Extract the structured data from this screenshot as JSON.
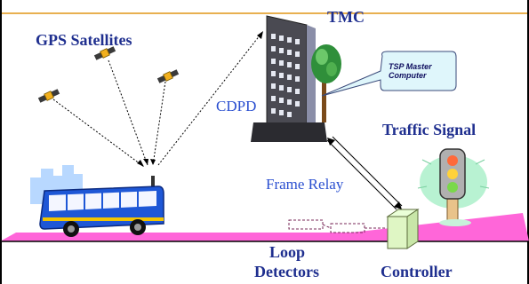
{
  "labels": {
    "tmc": "TMC",
    "gps": "GPS Satellites",
    "cdpd": "CDPD",
    "traffic_signal": "Traffic Signal",
    "frame_relay": "Frame Relay",
    "loop_line1": "Loop",
    "loop_line2": "Detectors",
    "controller": "Controller"
  },
  "callout": {
    "line1": "TSP Master",
    "line2": "Computer"
  },
  "icons": [
    "satellite-icon",
    "building-icon",
    "tree-icon",
    "bus-icon",
    "traffic-light-icon",
    "controller-box-icon"
  ],
  "colors": {
    "frame": "#e8b050",
    "road": "#ff66d9",
    "label_navy": "#1f2f8f",
    "label_blue": "#2a4fd0"
  }
}
